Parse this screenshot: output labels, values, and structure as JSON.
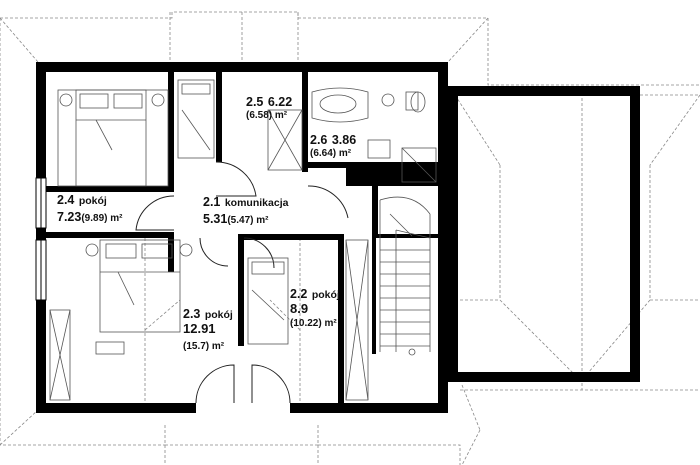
{
  "rooms": [
    {
      "number": "2.1",
      "name": "komunikacja",
      "area": "5.31",
      "area_alt": "(5.47) m²"
    },
    {
      "number": "2.2",
      "name": "pokój",
      "area": "8.9",
      "area_alt": "(10.22) m²"
    },
    {
      "number": "2.3",
      "name": "pokój",
      "area": "12.91",
      "area_alt": "(15.7) m²"
    },
    {
      "number": "2.4",
      "name": "pokój",
      "area": "7.23",
      "area_alt": "(9.89) m²"
    },
    {
      "number": "2.5",
      "name": "",
      "area": "6.22",
      "area_alt": "(6.58) m²"
    },
    {
      "number": "2.6",
      "name": "",
      "area": "3.86",
      "area_alt": "(6.64) m²"
    }
  ],
  "colors": {
    "wall": "#000000",
    "roof_line": "#888888",
    "fixture": "#555555",
    "background": "#ffffff"
  }
}
